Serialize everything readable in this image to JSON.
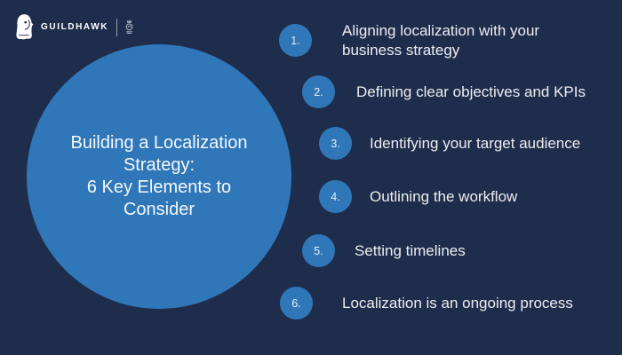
{
  "colors": {
    "background": "#1f2d4d",
    "accent_blue": "#2f77b8",
    "text_light": "#ededef"
  },
  "logo": {
    "brand": "GUILDHAWK",
    "hawk_icon": "hooded-falcon-head",
    "crest_icon": "crest-emblem"
  },
  "hero": {
    "title_lines": [
      "Building a Localization",
      "Strategy:",
      "6 Key Elements to",
      "Consider"
    ]
  },
  "items": [
    {
      "number": "1.",
      "label": "Aligning localization with your\nbusiness strategy"
    },
    {
      "number": "2.",
      "label": "Defining clear objectives and KPIs"
    },
    {
      "number": "3.",
      "label": "Identifying your target audience"
    },
    {
      "number": "4.",
      "label": "Outlining the workflow"
    },
    {
      "number": "5.",
      "label": "Setting timelines"
    },
    {
      "number": "6.",
      "label": "Localization is an ongoing process"
    }
  ]
}
